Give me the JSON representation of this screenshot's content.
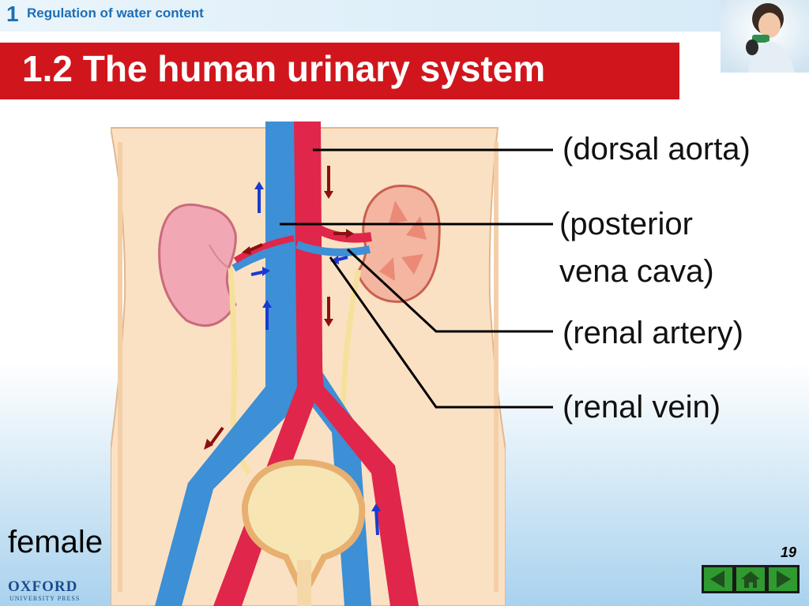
{
  "header": {
    "chapter_number": "1",
    "chapter_title": "Regulation of water content"
  },
  "slide": {
    "title": "1.2 The human urinary system"
  },
  "labels": {
    "dorsal_aorta": "(dorsal aorta)",
    "posterior_line1": "(posterior",
    "posterior_line2": "vena cava)",
    "renal_artery": "(renal artery)",
    "renal_vein": "(renal vein)"
  },
  "caption": "female",
  "page_number": "19",
  "publisher": {
    "name": "OXFORD",
    "sub": "UNIVERSITY PRESS"
  },
  "colors": {
    "title_red": "#d0161c",
    "artery": "#e0264a",
    "vein": "#3d8fd6",
    "skin": "#fbe1c3",
    "kidney": "#f1a7b4",
    "nav_green": "#2f9a2f"
  },
  "nav": {
    "prev": "back-arrow-icon",
    "home": "home-icon",
    "next": "forward-arrow-icon"
  }
}
